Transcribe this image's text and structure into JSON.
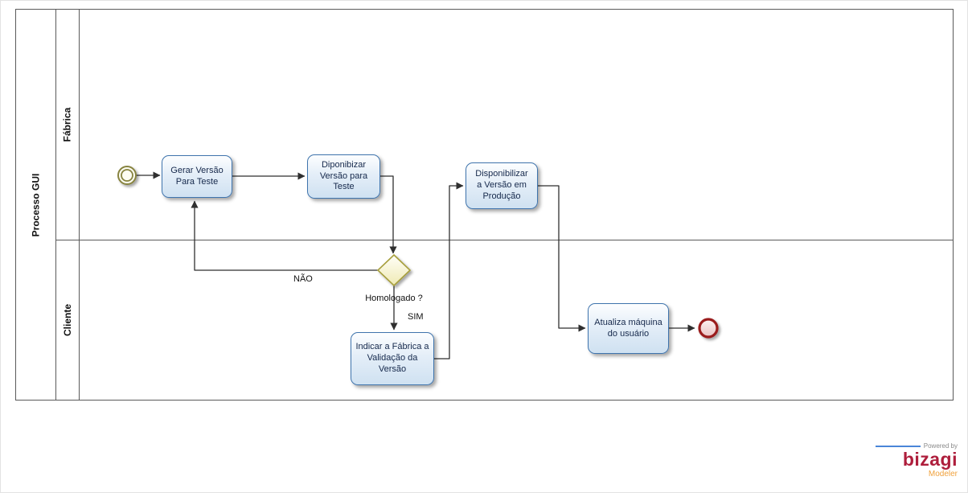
{
  "pool": {
    "title": "Processo GUI",
    "lanes": [
      {
        "label": "Fábrica"
      },
      {
        "label": "Cliente"
      }
    ]
  },
  "nodes": {
    "tasks": [
      {
        "label": "Gerar Versão\nPara Teste"
      },
      {
        "label": "Diponibizar\nVersão para\nTeste"
      },
      {
        "label": "Disponibilizar\na Versão em\nProdução"
      },
      {
        "label": "Indicar a Fábrica a\nValidação da\nVersão"
      },
      {
        "label": "Atualiza máquina\ndo usuário"
      }
    ],
    "gateway": {
      "label": "Homologado ?"
    }
  },
  "edge_labels": {
    "no": "NÃO",
    "yes": "SIM"
  },
  "logo": {
    "powered_by": "Powered by",
    "brand": "bizagi",
    "product": "Modeler"
  },
  "colors": {
    "task_border": "#3f74ad",
    "task_fill_bottom": "#cfe1f1",
    "gateway_border": "#a79f3e",
    "start_border": "#87833f",
    "end_border": "#9a1a1e",
    "flow": "#2f2f2f",
    "brand_red": "#ae1e3c",
    "brand_orange": "#f0a13c",
    "powered_line_blue": "#4a86d8"
  }
}
